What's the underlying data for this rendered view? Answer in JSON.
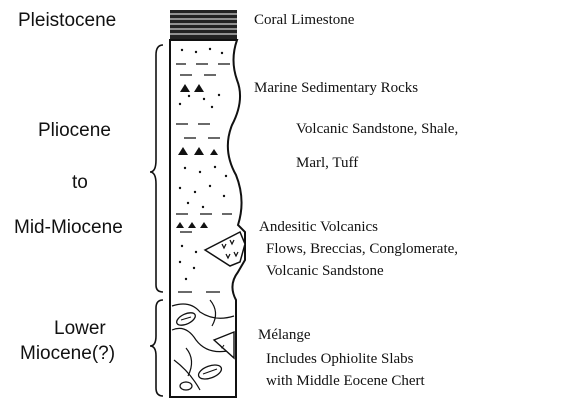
{
  "ages": {
    "pleistocene": "Pleistocene",
    "pliocene": "Pliocene",
    "to": "to",
    "mid_miocene": "Mid-Miocene",
    "lower": "Lower",
    "miocene_q": "Miocene(?)"
  },
  "units": {
    "coral": "Coral Limestone",
    "marine": "Marine Sedimentary Rocks",
    "marine_sub1": "Volcanic Sandstone, Shale,",
    "marine_sub2": "Marl, Tuff",
    "andesitic": "Andesitic Volcanics",
    "andesitic_sub1": "Flows, Breccias, Conglomerate,",
    "andesitic_sub2": "Volcanic Sandstone",
    "melange": "Mélange",
    "melange_sub1": "Includes Ophiolite Slabs",
    "melange_sub2": "with Middle Eocene Chert"
  },
  "colors": {
    "ink": "#111111",
    "paper": "#ffffff"
  }
}
